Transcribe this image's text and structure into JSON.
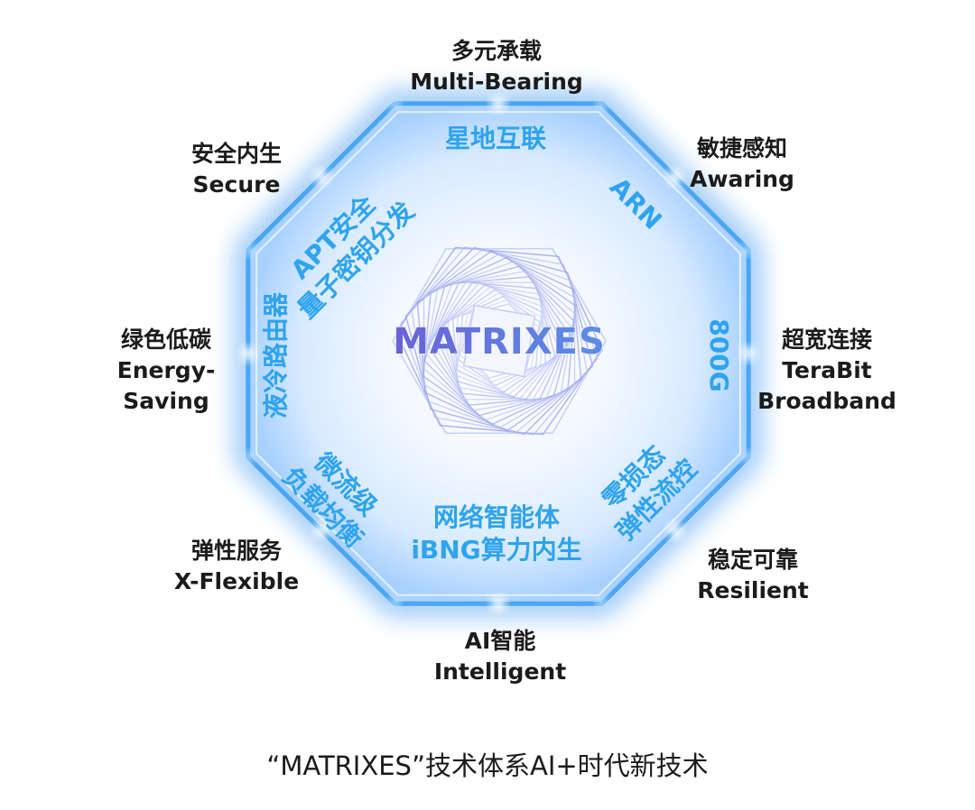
{
  "center": {
    "logo_text": "MATRIXES"
  },
  "outer_labels": {
    "top": [
      "多元承载",
      "Multi-Bearing"
    ],
    "top_right": [
      "敏捷感知",
      "Awaring"
    ],
    "right": [
      "超宽连接",
      "TeraBit",
      "Broadband"
    ],
    "bottom_right": [
      "稳定可靠",
      "Resilient"
    ],
    "bottom": [
      "AI智能",
      "Intelligent"
    ],
    "bottom_left": [
      "弹性服务",
      "X-Flexible"
    ],
    "left": [
      "绿色低碳",
      "Energy-",
      "Saving"
    ],
    "top_left": [
      "安全内生",
      "Secure"
    ]
  },
  "inner_labels": {
    "top": [
      "星地互联"
    ],
    "top_right": [
      "ARN"
    ],
    "right": [
      "800G"
    ],
    "bottom_right": [
      "零损态",
      "弹性流控"
    ],
    "bottom": [
      "网络智能体",
      "iBNG算力内生"
    ],
    "bottom_left": [
      "微流级",
      "负载均衡"
    ],
    "left": [
      "液冷路由器"
    ],
    "top_left": [
      "APT安全",
      "量子密钥分发"
    ]
  },
  "caption": "“MATRIXES”技术体系AI+时代新技术",
  "colors": {
    "glow": "#2f8ff0",
    "panel_fill": "#cfe6ff",
    "inner_text": "#2ea3ee",
    "logo": "#6a62d8",
    "logo_shape": "#9aa0ee",
    "outer_text": "#1b1b1b"
  }
}
